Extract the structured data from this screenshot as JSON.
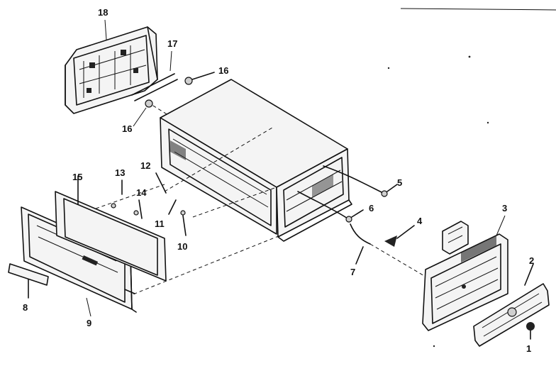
{
  "callouts": {
    "c1": "1",
    "c2": "2",
    "c3": "3",
    "c4": "4",
    "c5": "5",
    "c6": "6",
    "c7": "7",
    "c8": "8",
    "c9": "9",
    "c10": "10",
    "c11": "11",
    "c12": "12",
    "c13": "13",
    "c14": "14",
    "c15": "15",
    "c16a": "16",
    "c16b": "16",
    "c17": "17",
    "c18": "18"
  }
}
